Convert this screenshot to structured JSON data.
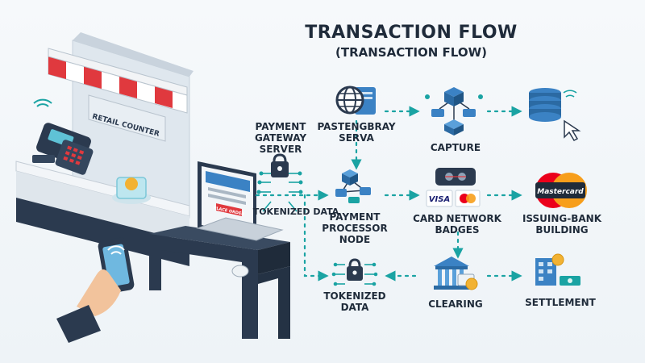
{
  "diagram": {
    "title": "TRANSACTION FLOW",
    "subtitle": "(TRANSACTION FLOW)",
    "counter_sign": "RETAIL COUNTER",
    "laptop_button": "PLACE ORDER",
    "nodes": {
      "gateway": {
        "line1": "PAYMENT GATEWAY",
        "line2": "SERVER"
      },
      "tokenized_top": "TOKENIZED DATA",
      "pastengbray": {
        "line1": "PASTENGBRAY",
        "line2": "SERVA"
      },
      "capture": "CAPTURE",
      "processor": {
        "line1": "PAYMENT",
        "line2": "PROCESSOR NODE"
      },
      "network": {
        "line1": "CARD NETWORK",
        "line2": "BADGES"
      },
      "issuing": {
        "line1": "ISSUING-BANK",
        "line2": "BUILDING"
      },
      "tokenized_bottom": {
        "line1": "TOKENIZED",
        "line2": "DATA"
      },
      "clearing": "CLEARING",
      "settlement": "SETTLEMENT"
    },
    "badges": {
      "visa": "VISA",
      "mastercard": "Mastercard"
    },
    "colors": {
      "teal": "#1aa3a3",
      "navy": "#2b3a4f",
      "blue": "#3b82c4",
      "awning_red": "#e0393e",
      "mc_red": "#eb001b",
      "mc_orange": "#f79e1b",
      "gold": "#f2b233"
    }
  }
}
